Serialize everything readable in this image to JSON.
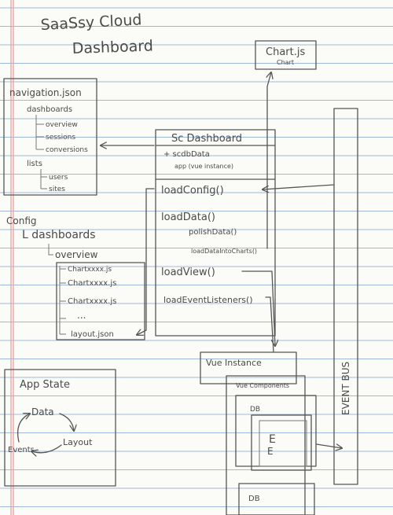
{
  "title": {
    "line1": "SaaSsy Cloud",
    "line2": "Dashboard"
  },
  "chartjs": {
    "name": "Chart.js",
    "sub": "Chart"
  },
  "navigation": {
    "file": "navigation.json",
    "dashboards": "dashboards",
    "dashboard_items": [
      "overview",
      "sessions",
      "conversions"
    ],
    "lists": "lists",
    "list_items": [
      "users",
      "sites"
    ]
  },
  "sc_dashboard": {
    "title": "Sc Dashboard",
    "field": "+ scdbData",
    "field_note": "app (vue instance)",
    "methods": [
      "loadConfig()",
      "loadData()",
      "loadView()",
      "loadEventListeners()"
    ],
    "sub_methods": [
      "polishData()",
      "loadDataIntoCharts()"
    ]
  },
  "config": {
    "title": "Config",
    "dashboards": "L dashboards",
    "overview": "overview",
    "files": [
      "Chartxxxx.js",
      "Chartxxxx.js",
      "Chartxxxx.js",
      "...",
      "layout.json"
    ]
  },
  "app_state": {
    "title": "App State",
    "cycle": [
      "Data",
      "Layout",
      "Events"
    ]
  },
  "vue": {
    "instance": "Vue Instance",
    "components": "Vue Components",
    "db_labels": [
      "DB",
      "DB"
    ],
    "events_glyph": "E"
  },
  "event_bus": "EVENT BUS"
}
